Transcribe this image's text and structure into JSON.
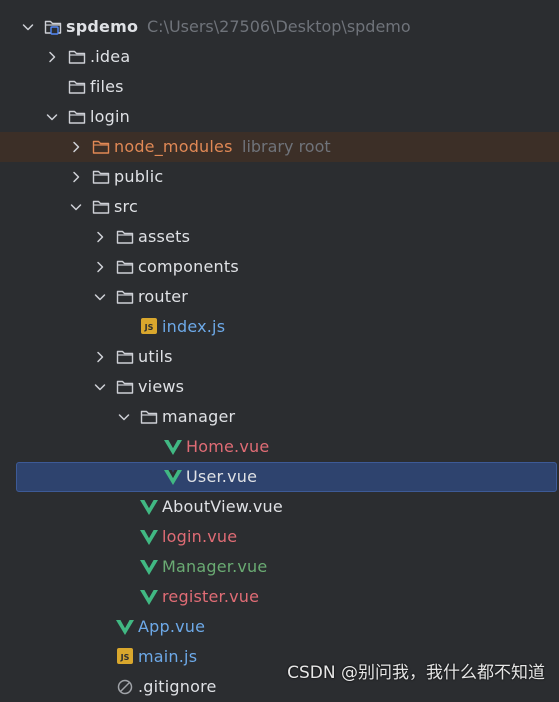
{
  "colors": {
    "background": "#2b2d30",
    "text_default": "#dfe1e5",
    "text_muted": "#6f737a",
    "text_excluded": "#e08855",
    "text_modified_blue": "#6da9e8",
    "text_error_red": "#e06c75",
    "text_added_green": "#6aab73",
    "vue_icon": "#41b883",
    "selection": "#2e436e",
    "excluded_row": "#3c2f27"
  },
  "tree": [
    {
      "id": "spdemo",
      "label": "spdemo",
      "hint": "C:\\Users\\27506\\Desktop\\spdemo",
      "type": "module",
      "depth": 0,
      "arrow": "down",
      "bold": true,
      "color": "#dfe1e5"
    },
    {
      "id": "idea",
      "label": ".idea",
      "type": "folder",
      "depth": 1,
      "arrow": "right",
      "color": "#dfe1e5"
    },
    {
      "id": "files",
      "label": "files",
      "type": "folder",
      "depth": 1,
      "arrow": "none",
      "color": "#dfe1e5"
    },
    {
      "id": "login",
      "label": "login",
      "type": "folder",
      "depth": 1,
      "arrow": "down",
      "color": "#dfe1e5"
    },
    {
      "id": "node-modules",
      "label": "node_modules",
      "hint": "library root",
      "type": "folder-excluded",
      "depth": 2,
      "arrow": "right",
      "color": "#e08855",
      "excluded": true
    },
    {
      "id": "public",
      "label": "public",
      "type": "folder",
      "depth": 2,
      "arrow": "right",
      "color": "#dfe1e5"
    },
    {
      "id": "src",
      "label": "src",
      "type": "folder",
      "depth": 2,
      "arrow": "down",
      "color": "#dfe1e5"
    },
    {
      "id": "assets",
      "label": "assets",
      "type": "folder",
      "depth": 3,
      "arrow": "right",
      "color": "#dfe1e5"
    },
    {
      "id": "components",
      "label": "components",
      "type": "folder",
      "depth": 3,
      "arrow": "right",
      "color": "#dfe1e5"
    },
    {
      "id": "router",
      "label": "router",
      "type": "folder",
      "depth": 3,
      "arrow": "down",
      "color": "#dfe1e5"
    },
    {
      "id": "router-index-js",
      "label": "index.js",
      "type": "js",
      "depth": 4,
      "arrow": "none",
      "color": "#6da9e8"
    },
    {
      "id": "utils",
      "label": "utils",
      "type": "folder",
      "depth": 3,
      "arrow": "right",
      "color": "#dfe1e5"
    },
    {
      "id": "views",
      "label": "views",
      "type": "folder",
      "depth": 3,
      "arrow": "down",
      "color": "#dfe1e5"
    },
    {
      "id": "manager",
      "label": "manager",
      "type": "folder",
      "depth": 4,
      "arrow": "down",
      "color": "#dfe1e5"
    },
    {
      "id": "home-vue",
      "label": "Home.vue",
      "type": "vue",
      "depth": 5,
      "arrow": "none",
      "color": "#e06c75"
    },
    {
      "id": "user-vue",
      "label": "User.vue",
      "type": "vue",
      "depth": 5,
      "arrow": "none",
      "color": "#dfe1e5",
      "selected": true
    },
    {
      "id": "aboutview-vue",
      "label": "AboutView.vue",
      "type": "vue",
      "depth": 4,
      "arrow": "none",
      "color": "#dfe1e5"
    },
    {
      "id": "login-vue",
      "label": "login.vue",
      "type": "vue",
      "depth": 4,
      "arrow": "none",
      "color": "#e06c75"
    },
    {
      "id": "manager-vue",
      "label": "Manager.vue",
      "type": "vue",
      "depth": 4,
      "arrow": "none",
      "color": "#6aab73"
    },
    {
      "id": "register-vue",
      "label": "register.vue",
      "type": "vue",
      "depth": 4,
      "arrow": "none",
      "color": "#e06c75"
    },
    {
      "id": "app-vue",
      "label": "App.vue",
      "type": "vue",
      "depth": 3,
      "arrow": "none",
      "color": "#6da9e8"
    },
    {
      "id": "main-js",
      "label": "main.js",
      "type": "js",
      "depth": 3,
      "arrow": "none",
      "color": "#6da9e8"
    },
    {
      "id": "gitignore",
      "label": ".gitignore",
      "type": "ignore",
      "depth": 3,
      "arrow": "none",
      "color": "#dfe1e5"
    }
  ],
  "js_badge_text": "JS",
  "watermark": "CSDN @别问我，我什么都不知道"
}
